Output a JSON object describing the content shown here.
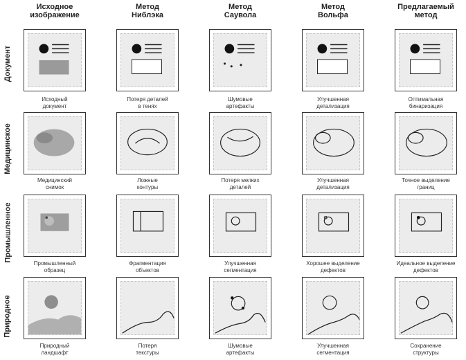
{
  "columns": [
    {
      "line1": "Исходное",
      "line2": "изображение"
    },
    {
      "line1": "Метод",
      "line2": "Ниблэка"
    },
    {
      "line1": "Метод",
      "line2": "Саувола"
    },
    {
      "line1": "Метод",
      "line2": "Вольфа"
    },
    {
      "line1": "Предлагаемый",
      "line2": "метод"
    }
  ],
  "rows": [
    {
      "label": "Документ",
      "captions": [
        {
          "line1": "Исходный",
          "line2": "документ"
        },
        {
          "line1": "Потеря деталей",
          "line2": "в тенях"
        },
        {
          "line1": "Шумовые",
          "line2": "артефакты"
        },
        {
          "line1": "Улучшенная",
          "line2": "детализация"
        },
        {
          "line1": "Оптимальная",
          "line2": "бинаризация"
        }
      ]
    },
    {
      "label": "Медицинское",
      "captions": [
        {
          "line1": "Медицинский",
          "line2": "снимок"
        },
        {
          "line1": "Ложные",
          "line2": "контуры"
        },
        {
          "line1": "Потеря мелких",
          "line2": "деталей"
        },
        {
          "line1": "Улучшенная",
          "line2": "детализация"
        },
        {
          "line1": "Точное выделение",
          "line2": "границ"
        }
      ]
    },
    {
      "label": "Промышленное",
      "captions": [
        {
          "line1": "Промышленный",
          "line2": "образец"
        },
        {
          "line1": "Фрагментация",
          "line2": "объектов"
        },
        {
          "line1": "Улучшенная",
          "line2": "сегментация"
        },
        {
          "line1": "Хорошее выделение",
          "line2": "дефектов"
        },
        {
          "line1": "Идеальное выделение",
          "line2": "дефектов"
        }
      ]
    },
    {
      "label": "Природное",
      "captions": [
        {
          "line1": "Природный",
          "line2": "ландшафт"
        },
        {
          "line1": "Потеря",
          "line2": "текстуры"
        },
        {
          "line1": "Шумовые",
          "line2": "артефакты"
        },
        {
          "line1": "Улучшенная",
          "line2": "сегментация"
        },
        {
          "line1": "Сохранение",
          "line2": "структуры"
        }
      ]
    }
  ]
}
